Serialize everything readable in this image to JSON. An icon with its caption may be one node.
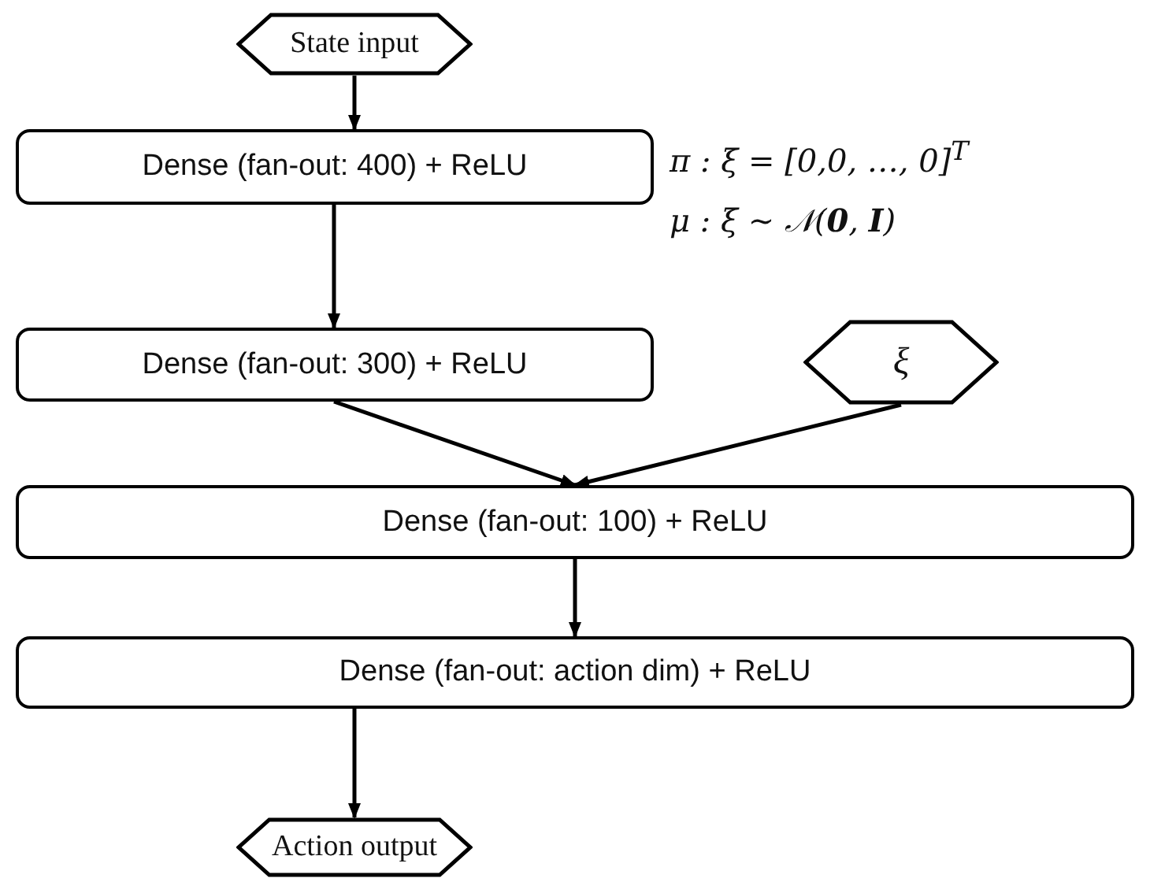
{
  "diagram": {
    "nodes": [
      {
        "text": [
          "State input"
        ]
      },
      {
        "text": [
          "Dense (fan-out: 400) + ReLU"
        ]
      },
      {
        "text": [
          "Dense (fan-out: 300) + ReLU"
        ]
      },
      {
        "text": [
          "ξ"
        ]
      },
      {
        "text": [
          "Dense (fan-out: 100) + ReLU"
        ]
      },
      {
        "text": [
          "Dense (fan-out: action dim) + ReLU"
        ]
      },
      {
        "text": [
          "Action output"
        ]
      }
    ],
    "edges": [
      {
        "from": 0,
        "to": 1,
        "arrow": "to"
      },
      {
        "from": 1,
        "to": 2,
        "arrow": "to"
      },
      {
        "from": 2,
        "to": 4,
        "arrow": "to"
      },
      {
        "from": 3,
        "to": 4,
        "arrow": "to"
      },
      {
        "from": 4,
        "to": 5,
        "arrow": "to"
      },
      {
        "from": 5,
        "to": 6,
        "arrow": "to"
      }
    ],
    "labels": [
      "π : ξ = [0,0, …, 0]$^{T}$",
      "μ : ξ ∼ 𝒩(**0**, **I**)"
    ]
  }
}
